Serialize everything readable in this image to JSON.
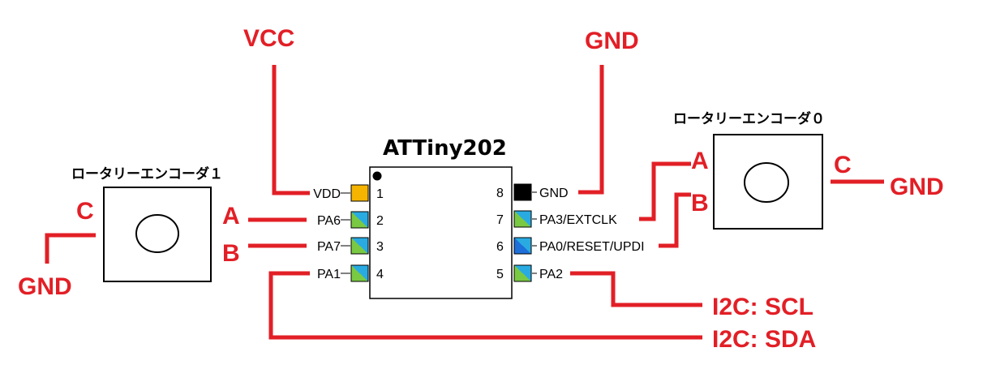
{
  "chip": {
    "name": "ATTiny202",
    "pins": [
      {
        "num": "1",
        "label": "VDD"
      },
      {
        "num": "2",
        "label": "PA6"
      },
      {
        "num": "3",
        "label": "PA7"
      },
      {
        "num": "4",
        "label": "PA1"
      },
      {
        "num": "5",
        "label": "PA2"
      },
      {
        "num": "6",
        "label": "PA0/RESET/UPDI"
      },
      {
        "num": "7",
        "label": "PA3/EXTCLK"
      },
      {
        "num": "8",
        "label": "GND"
      }
    ]
  },
  "nets": {
    "vcc": "VCC",
    "gnd_top": "GND",
    "scl": "I2C: SCL",
    "sda": "I2C: SDA"
  },
  "encoder1": {
    "title": "ロータリーエンコーダ１",
    "a": "A",
    "b": "B",
    "c": "C",
    "gnd": "GND"
  },
  "encoder0": {
    "title": "ロータリーエンコーダ０",
    "a": "A",
    "b": "B",
    "c": "C",
    "gnd": "GND"
  },
  "colors": {
    "wire": "#e21f26",
    "vdd_pin": "#f5b400",
    "gnd_pin": "#000000",
    "io_pin_a": "#7ac943",
    "io_pin_b": "#29abe2",
    "io_pin_c": "#1e6fd9"
  }
}
